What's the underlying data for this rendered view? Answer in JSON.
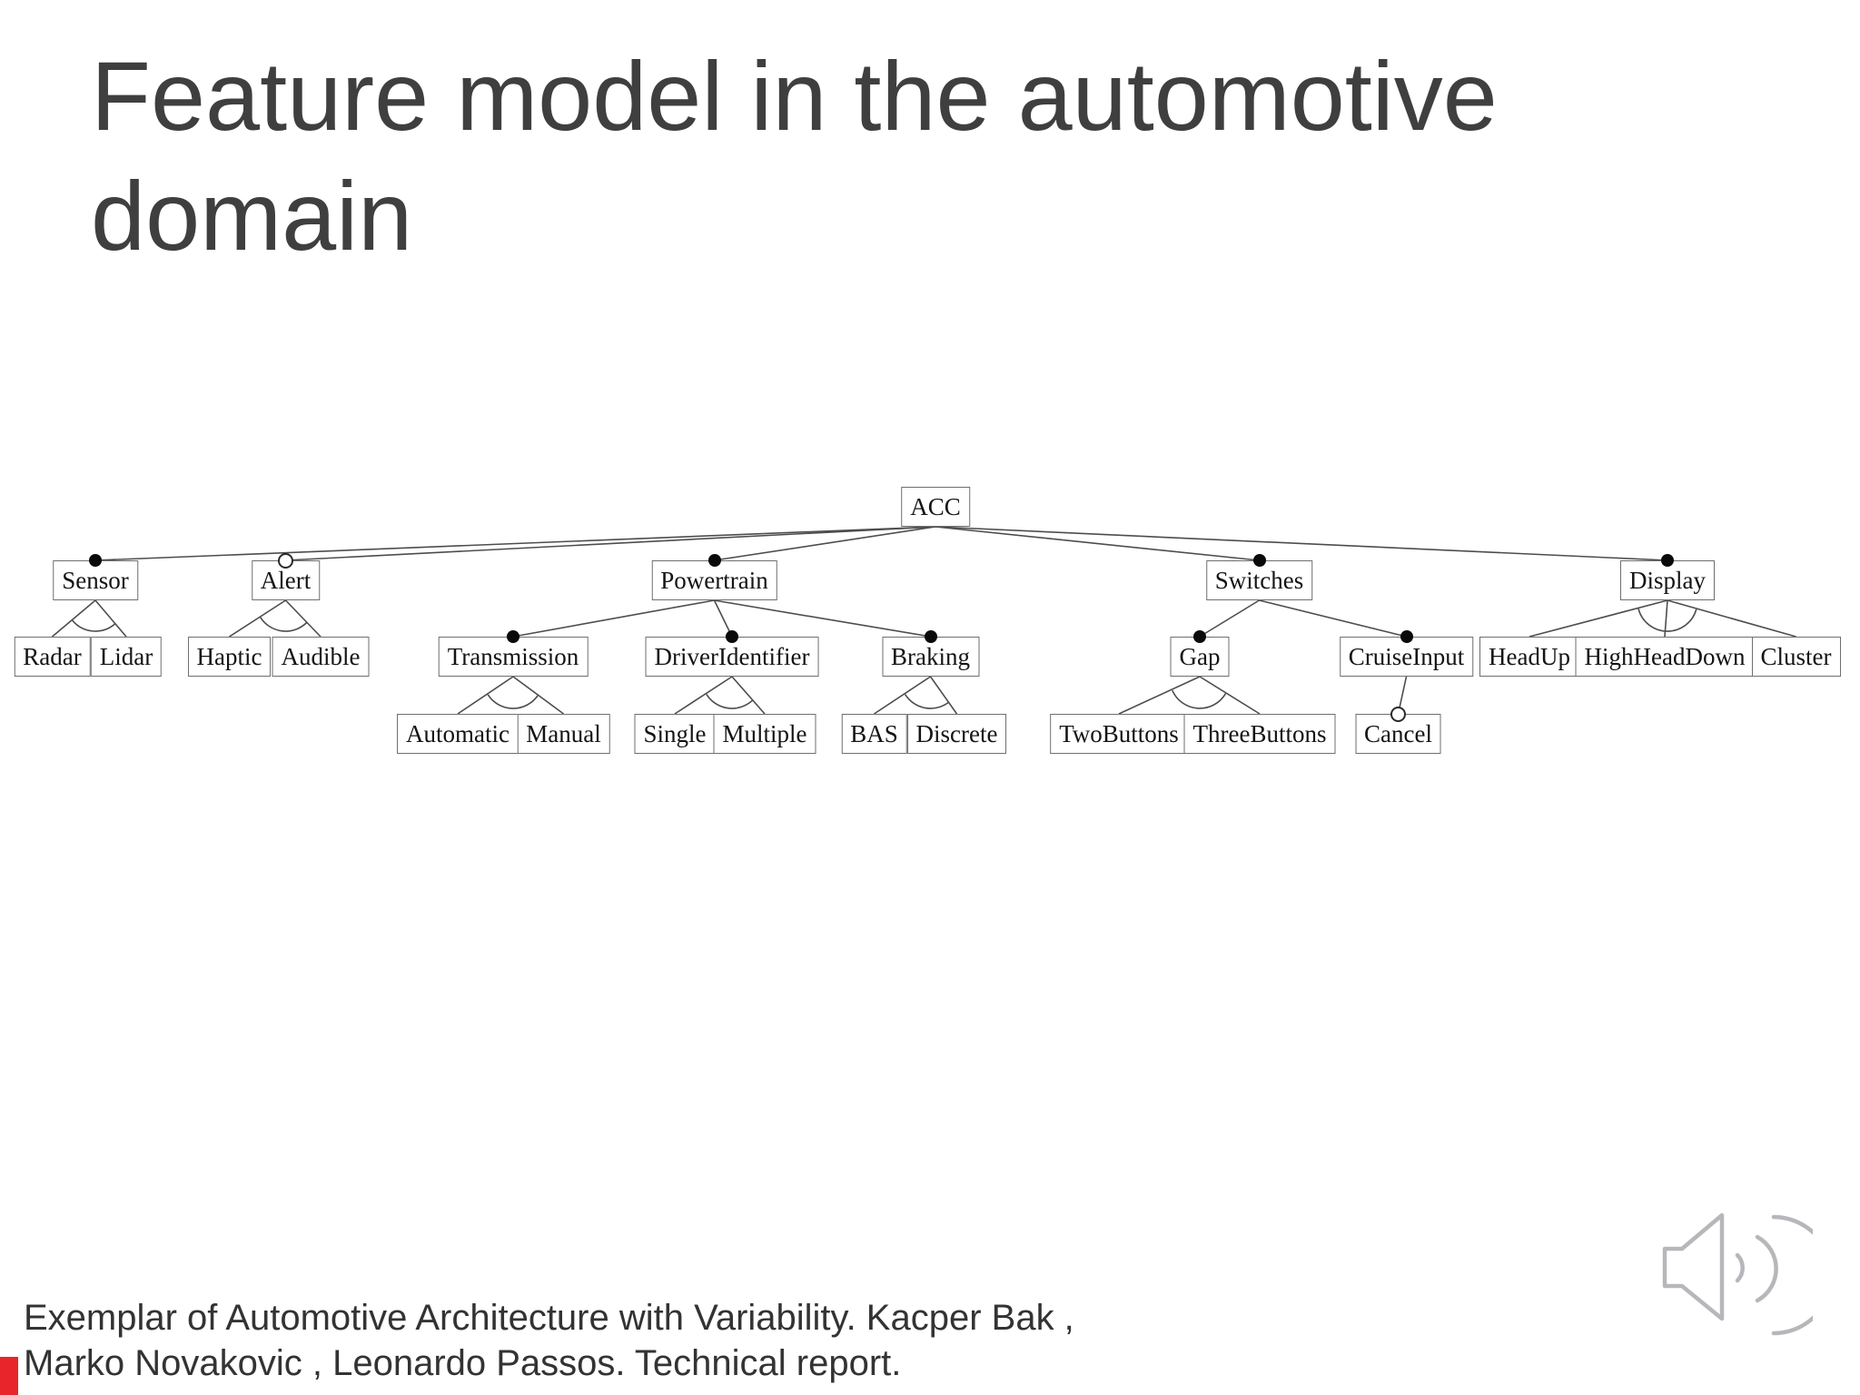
{
  "slide": {
    "title": "Feature model in the automotive domain",
    "title_lines": [
      "Feature model in the automotive",
      "domain"
    ],
    "citation_line1": "Exemplar of Automotive Architecture with Variability. Kacper Bak ,",
    "citation_line2": "Marko Novakovic , Leonardo Passos. Technical report.",
    "accent_color": "#e8252b"
  },
  "icons": {
    "audio": "speaker-with-sound-waves-icon"
  },
  "diagram": {
    "type": "feature-model-tree",
    "root": "ACC",
    "nodes": {
      "acc": {
        "label": "ACC",
        "decoration": "none"
      },
      "sensor": {
        "label": "Sensor",
        "decoration": "filled-dot"
      },
      "alert": {
        "label": "Alert",
        "decoration": "hollow-dot"
      },
      "powertrain": {
        "label": "Powertrain",
        "decoration": "filled-dot"
      },
      "switches": {
        "label": "Switches",
        "decoration": "filled-dot"
      },
      "display": {
        "label": "Display",
        "decoration": "filled-dot"
      },
      "radar": {
        "label": "Radar",
        "decoration": "none"
      },
      "lidar": {
        "label": "Lidar",
        "decoration": "none"
      },
      "haptic": {
        "label": "Haptic",
        "decoration": "none"
      },
      "audible": {
        "label": "Audible",
        "decoration": "none"
      },
      "transmission": {
        "label": "Transmission",
        "decoration": "filled-dot"
      },
      "driveridentifier": {
        "label": "DriverIdentifier",
        "decoration": "filled-dot"
      },
      "braking": {
        "label": "Braking",
        "decoration": "filled-dot"
      },
      "gap": {
        "label": "Gap",
        "decoration": "filled-dot"
      },
      "cruiseinput": {
        "label": "CruiseInput",
        "decoration": "filled-dot"
      },
      "headup": {
        "label": "HeadUp",
        "decoration": "none"
      },
      "highheaddown": {
        "label": "HighHeadDown",
        "decoration": "none"
      },
      "cluster": {
        "label": "Cluster",
        "decoration": "none"
      },
      "automatic": {
        "label": "Automatic",
        "decoration": "none"
      },
      "manual": {
        "label": "Manual",
        "decoration": "none"
      },
      "single": {
        "label": "Single",
        "decoration": "none"
      },
      "multiple": {
        "label": "Multiple",
        "decoration": "none"
      },
      "bas": {
        "label": "BAS",
        "decoration": "none"
      },
      "discrete": {
        "label": "Discrete",
        "decoration": "none"
      },
      "twobuttons": {
        "label": "TwoButtons",
        "decoration": "none"
      },
      "threebuttons": {
        "label": "ThreeButtons",
        "decoration": "none"
      },
      "cancel": {
        "label": "Cancel",
        "decoration": "hollow-dot"
      }
    },
    "hierarchy": {
      "ACC": [
        "Sensor",
        "Alert",
        "Powertrain",
        "Switches",
        "Display"
      ],
      "Sensor": [
        "Radar",
        "Lidar"
      ],
      "Alert": [
        "Haptic",
        "Audible"
      ],
      "Powertrain": [
        "Transmission",
        "DriverIdentifier",
        "Braking"
      ],
      "Switches": [
        "Gap",
        "CruiseInput"
      ],
      "Display": [
        "HeadUp",
        "HighHeadDown",
        "Cluster"
      ],
      "Transmission": [
        "Automatic",
        "Manual"
      ],
      "DriverIdentifier": [
        "Single",
        "Multiple"
      ],
      "Braking": [
        "BAS",
        "Discrete"
      ],
      "Gap": [
        "TwoButtons",
        "ThreeButtons"
      ],
      "CruiseInput": [
        "Cancel"
      ]
    },
    "alternative_groups": [
      [
        "Radar",
        "Lidar"
      ],
      [
        "Haptic",
        "Audible"
      ],
      [
        "Automatic",
        "Manual"
      ],
      [
        "Single",
        "Multiple"
      ],
      [
        "BAS",
        "Discrete"
      ],
      [
        "TwoButtons",
        "ThreeButtons"
      ],
      [
        "HeadUp",
        "HighHeadDown",
        "Cluster"
      ]
    ]
  }
}
